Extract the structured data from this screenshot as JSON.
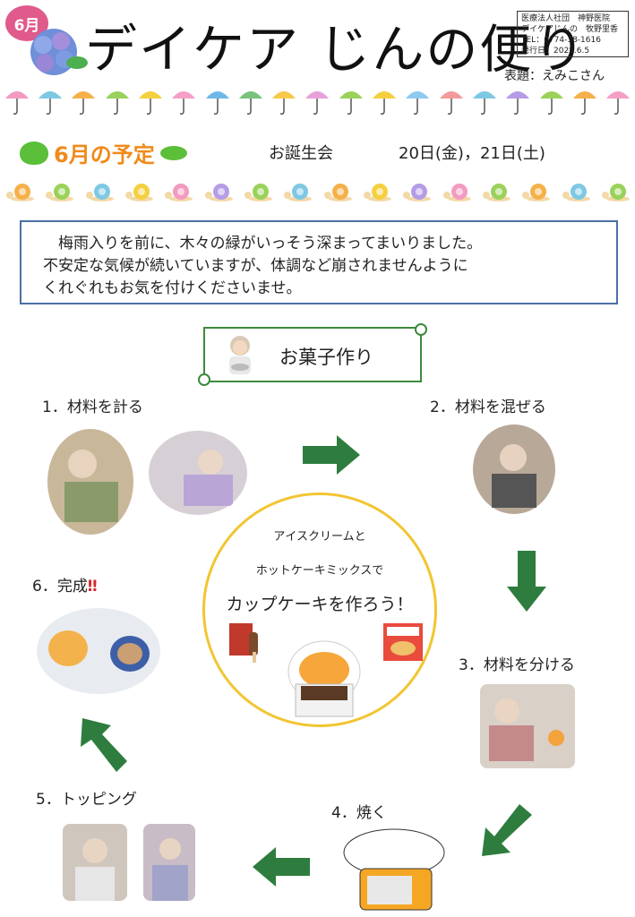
{
  "header": {
    "month_badge": "6月",
    "title": "デイケア じんの便り",
    "org_lines": [
      "医療法人社団　神野医院",
      "デイケアじんの　牧野里香",
      "TEL：0774-38-1616",
      "発行日：2025.6.5"
    ],
    "cover_note": "表題：えみこさん"
  },
  "schedule": {
    "title": "6月の予定",
    "event_label": "お誕生会",
    "event_dates": "20日(金)，21日(土)"
  },
  "message": {
    "lines": [
      "梅雨入りを前に、木々の緑がいっそう深まってまいりました。",
      "不安定な気候が続いていますが、体調など崩されませんように",
      "くれぐれもお気を付けくださいませ。"
    ]
  },
  "activity": {
    "title": "お菓子作り",
    "center_line1": "アイスクリームと",
    "center_line2": "ホットケーキミックスで",
    "center_line3": "カップケーキを作ろう！",
    "steps": [
      "1．材料を計る",
      "2．材料を混ぜる",
      "3．材料を分ける",
      "4．焼く",
      "5．トッピング",
      "6．完成"
    ],
    "step6_mark": "‼"
  },
  "colors": {
    "accent_pink": "#e05a8c",
    "arrow_green": "#2e7d3e",
    "box_border": "#4a6fa5",
    "circle_yellow": "#f2c531"
  }
}
